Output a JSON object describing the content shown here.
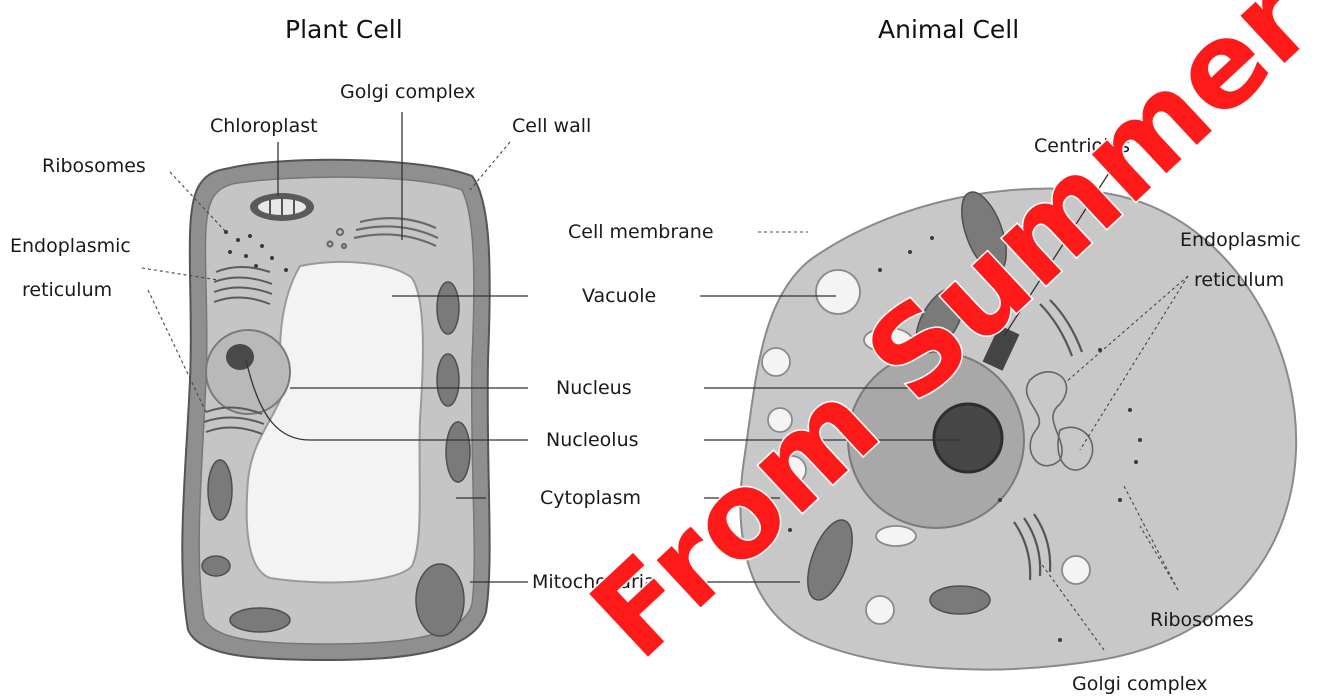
{
  "plant": {
    "title": "Plant Cell",
    "labels": {
      "golgi": "Golgi complex",
      "chloroplast": "Chloroplast",
      "cell_wall": "Cell wall",
      "ribosomes": "Ribosomes",
      "er_line1": "Endoplasmic",
      "er_line2": "reticulum"
    }
  },
  "animal": {
    "title": "Animal Cell",
    "labels": {
      "centrioles": "Centrioles",
      "er_line1": "Endoplasmic",
      "er_line2": "reticulum",
      "ribosomes": "Ribosomes",
      "golgi": "Golgi complex"
    }
  },
  "shared": {
    "cell_membrane": "Cell membrane",
    "vacuole": "Vacuole",
    "nucleus": "Nucleus",
    "nucleolus": "Nucleolus",
    "cytoplasm": "Cytoplasm",
    "mitochondria": "Mitochondria"
  },
  "watermark": {
    "text": "From Summer Pa",
    "color": "#ff1a1a"
  },
  "colors": {
    "cell_wall": "#8c8c8c",
    "cytoplasm": "#c4c4c4",
    "vacuole": "#f2f2f2",
    "nucleus": "#a9a9a9",
    "nucleolus": "#4a4a4a",
    "organelle": "#6e6e6e"
  }
}
